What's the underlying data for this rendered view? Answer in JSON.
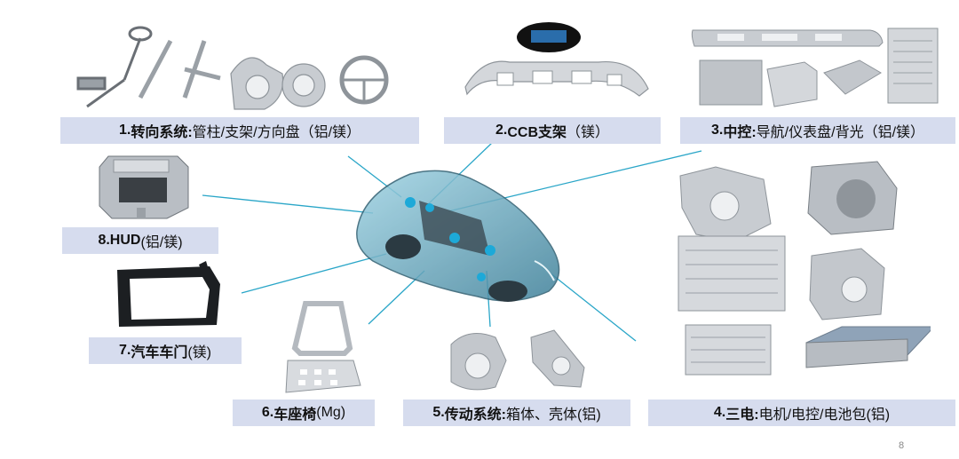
{
  "labels": {
    "steering": {
      "num": "1.",
      "bold": "转向系统:",
      "rest": " 管柱/支架/方向盘（铝/镁）"
    },
    "ccb": {
      "num": "2.",
      "bold": "CCB支架",
      "rest": " （镁）"
    },
    "center_console": {
      "num": "3.",
      "bold": "中控:",
      "rest": " 导航/仪表盘/背光（铝/镁）"
    },
    "electric": {
      "num": "4.",
      "bold": "三电:",
      "rest": " 电机/电控/电池包(铝)"
    },
    "transmission": {
      "num": "5.",
      "bold": "传动系统:",
      "rest": " 箱体、壳体(铝)"
    },
    "seat": {
      "num": "6.",
      "bold": "车座椅",
      "rest": "(Mg)"
    },
    "door": {
      "num": "7.",
      "bold": "汽车车门",
      "rest": "(镁)"
    },
    "hud": {
      "num": "8. ",
      "bold": "HUD",
      "rest": "(铝/镁)"
    }
  },
  "page_number": "8",
  "colors": {
    "label_bg": "#d6dcee",
    "connector": "#2aa6c8",
    "car_body": "#3d7f98",
    "metal": "#c8ccd1"
  },
  "icons": [
    "steering-column-icon",
    "ccb-bracket-icon",
    "dashboard-icon",
    "navigation-frame-icon",
    "motor-housing-icon",
    "battery-pack-icon",
    "gearbox-housing-icon",
    "seat-frame-icon",
    "door-frame-icon",
    "hud-unit-icon",
    "car-xray-icon"
  ]
}
